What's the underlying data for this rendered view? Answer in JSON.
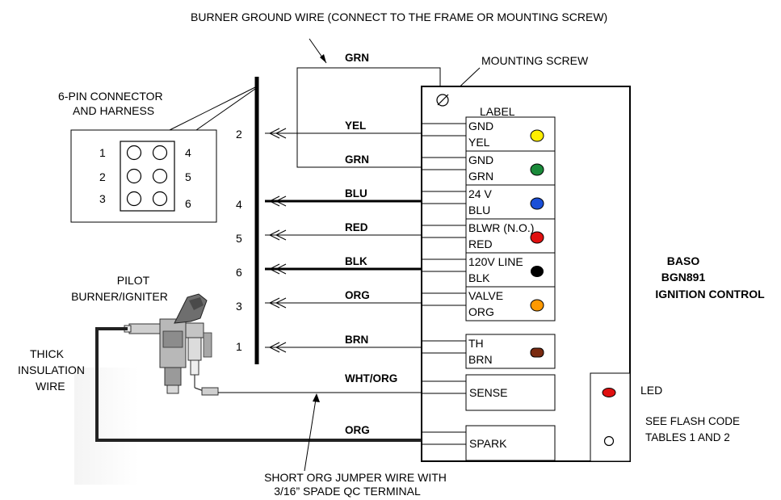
{
  "header": {
    "burner_ground_note": "BURNER GROUND WIRE (CONNECT TO THE FRAME OR MOUNTING SCREW)",
    "mounting_screw": "MOUNTING SCREW"
  },
  "connector": {
    "title_line1": "6-PIN CONNECTOR",
    "title_line2": "AND HARNESS",
    "pins": [
      "1",
      "2",
      "3",
      "4",
      "5",
      "6"
    ]
  },
  "harness_pin_numbers": [
    "2",
    "4",
    "5",
    "6",
    "3",
    "1"
  ],
  "wires": {
    "grn_top": "GRN",
    "yel": "YEL",
    "grn": "GRN",
    "blu": "BLU",
    "red": "RED",
    "blk": "BLK",
    "org": "ORG",
    "brn": "BRN",
    "wht_org": "WHT/ORG",
    "org_spark": "ORG"
  },
  "control": {
    "label_header": "LABEL",
    "terminals": [
      {
        "line1": "GND",
        "line2": "YEL",
        "color": "#ffee00"
      },
      {
        "line1": "GND",
        "line2": "GRN",
        "color": "#1a8a3a"
      },
      {
        "line1": "24 V",
        "line2": "BLU",
        "color": "#1a4fd8"
      },
      {
        "line1": "BLWR (N.O.)",
        "line2": "RED",
        "color": "#e01010"
      },
      {
        "line1": "120V LINE",
        "line2": "BLK",
        "color": "#000000"
      },
      {
        "line1": "VALVE",
        "line2": "ORG",
        "color": "#ff9900"
      },
      {
        "line1": "TH",
        "line2": "BRN",
        "color": "#7a2a10"
      }
    ],
    "sense": "SENSE",
    "spark": "SPARK",
    "name_line1": "BASO",
    "name_line2": "BGN891",
    "name_line3": "IGNITION CONTROL",
    "led_color": "#e01010"
  },
  "led": {
    "label": "LED",
    "note_line1": "SEE FLASH CODE",
    "note_line2": "TABLES 1 AND 2"
  },
  "pilot": {
    "label_line1": "PILOT",
    "label_line2": "BURNER/IGNITER"
  },
  "insulation": {
    "line1": "THICK",
    "line2": "INSULATION",
    "line3": "WIRE"
  },
  "jumper": {
    "line1": "SHORT ORG JUMPER WIRE WITH",
    "line2": "3/16” SPADE QC TERMINAL"
  }
}
